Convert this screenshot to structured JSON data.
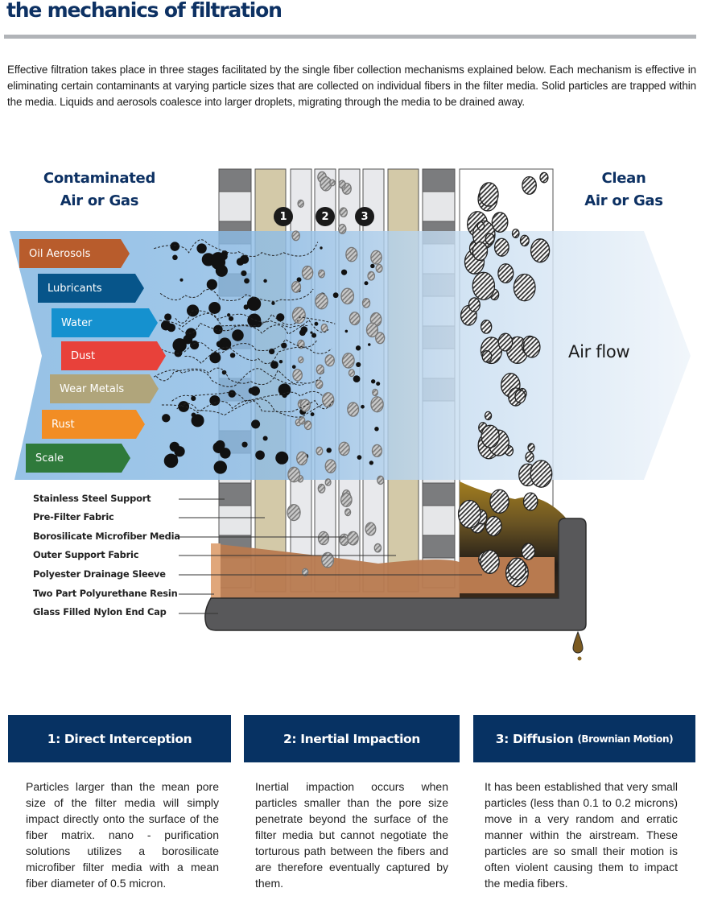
{
  "page": {
    "title": "the mechanics of filtration",
    "intro": "Effective filtration takes place in three stages facilitated by the single fiber collection mechanisms explained below. Each mechanism is effective in eliminating certain contaminants at varying particle sizes that are collected on individual fibers in the filter media. Solid particles are trapped within the media.  Liquids and aerosols coalesce into larger droplets, migrating through the media to be drained away."
  },
  "diagram": {
    "inlet_heading_line1": "Contaminated",
    "inlet_heading_line2": "Air or Gas",
    "outlet_heading_line1": "Clean",
    "outlet_heading_line2": "Air or Gas",
    "airflow_label": "Air flow",
    "stage_markers": [
      "1",
      "2",
      "3"
    ],
    "contaminants": [
      {
        "label": "Oil Aerosols",
        "color": "#b85c2c"
      },
      {
        "label": "Lubricants",
        "color": "#07558a"
      },
      {
        "label": "Water",
        "color": "#1591cf"
      },
      {
        "label": "Dust",
        "color": "#e8413a"
      },
      {
        "label": "Wear Metals",
        "color": "#b0a57b"
      },
      {
        "label": "Rust",
        "color": "#f28d24"
      },
      {
        "label": "Scale",
        "color": "#2f7a3b"
      }
    ],
    "components": [
      "Stainless Steel Support",
      "Pre-Filter Fabric",
      "Borosilicate Microfiber Media",
      "Outer Support Fabric",
      "Polyester Drainage Sleeve",
      "Two Part Polyurethane Resin",
      "Glass Filled Nylon End Cap"
    ]
  },
  "mechanisms": [
    {
      "title": "1: Direct Interception",
      "subtitle": "",
      "body": "Particles larger than the mean pore size of the filter media will simply impact directly onto the surface of the fiber matrix. nano - purification solutions utilizes a borosilicate microfiber filter media with a mean fiber diameter of 0.5 micron."
    },
    {
      "title": "2: Inertial Impaction",
      "subtitle": "",
      "body": "Inertial impaction occurs when particles smaller than the pore size penetrate beyond the surface of the filter media but cannot negotiate the torturous path between the fibers and are therefore eventually captured by them."
    },
    {
      "title": "3: Diffusion",
      "subtitle": "(Brownian Motion)",
      "body": "It has been established that very small particles (less than 0.1 to 0.2 microns) move in a very random and erratic manner within the airstream. These particles are so small their motion is often violent causing them to impact the media fibers."
    }
  ],
  "colors": {
    "brand_navy": "#073263",
    "rule_gray": "#b1b4b8",
    "flow_blue": "#8bbbe3",
    "resin": "#b87a4f",
    "end_cap": "#58585a"
  }
}
